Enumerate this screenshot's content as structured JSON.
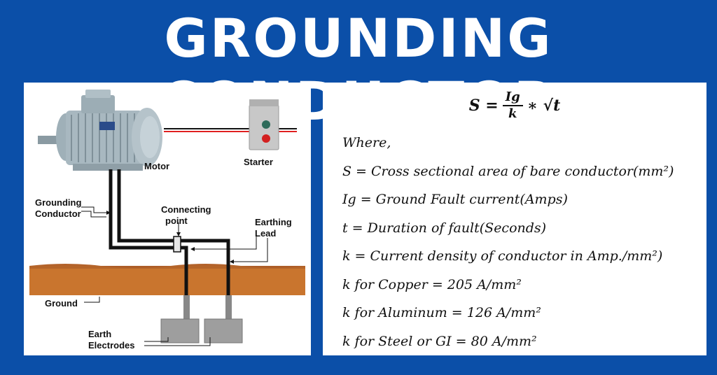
{
  "title": "GROUNDING CONDUCTOR",
  "diagram": {
    "motor_label": "Motor",
    "starter_label": "Starter",
    "grounding_conductor_label": [
      "Grounding",
      "Conductor"
    ],
    "connecting_point_label": [
      "Connecting",
      "point"
    ],
    "earthing_lead_label": [
      "Earthing",
      "Lead"
    ],
    "ground_label": "Ground",
    "earth_electrodes_label": [
      "Earth",
      "Electrodes"
    ],
    "colors": {
      "ground": "#c9752e",
      "electrode": "#9e9e9e",
      "wire": "#111111",
      "red_wire": "#e02020"
    }
  },
  "formula": {
    "lhs": "S =",
    "numerator": "Ig",
    "denominator": "k",
    "rhs": "∗ √t"
  },
  "definitions": [
    "Where,",
    "S = Cross sectional area of bare conductor(mm²)",
    "Ig = Ground Fault current(Amps)",
    "t = Duration of fault(Seconds)",
    "k = Current density of conductor in Amp./mm²)",
    "k for Copper = 205 A/mm²",
    "k for Aluminum = 126 A/mm²",
    "k for Steel or GI = 80 A/mm²"
  ]
}
